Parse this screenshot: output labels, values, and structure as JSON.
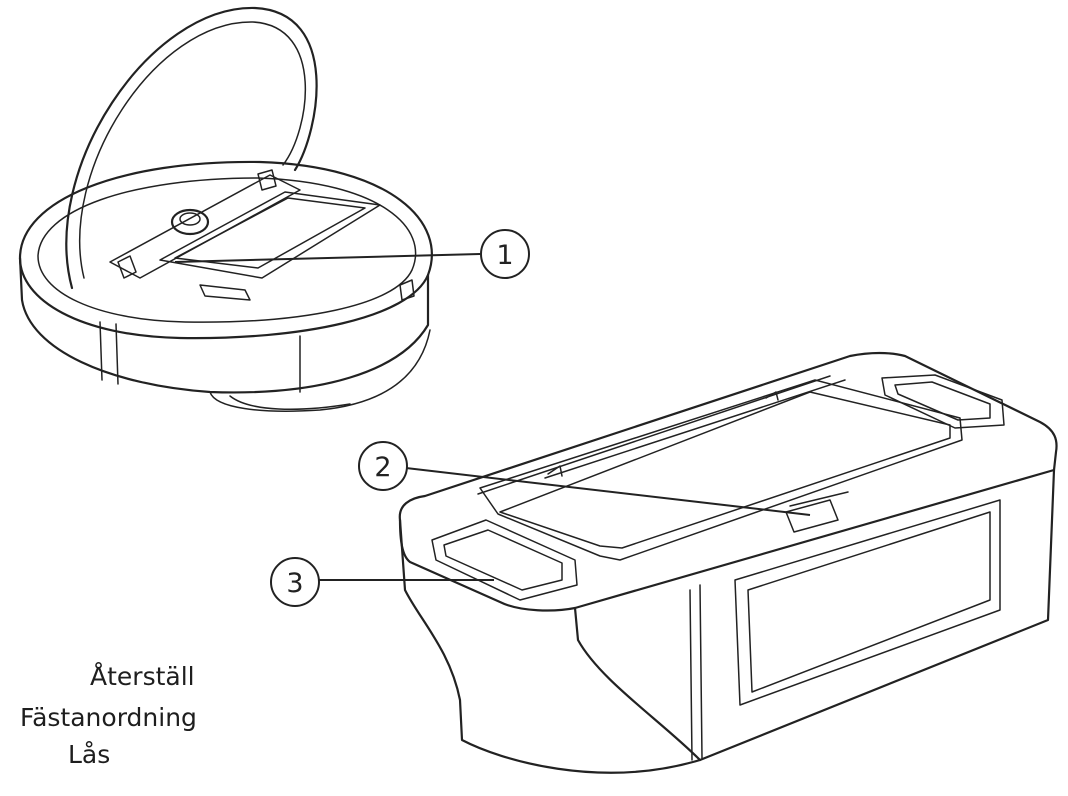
{
  "callouts": [
    {
      "label": "1"
    },
    {
      "label": "2"
    },
    {
      "label": "3"
    }
  ],
  "legend": [
    "Återställ",
    "Fästanordning",
    "Lås"
  ]
}
